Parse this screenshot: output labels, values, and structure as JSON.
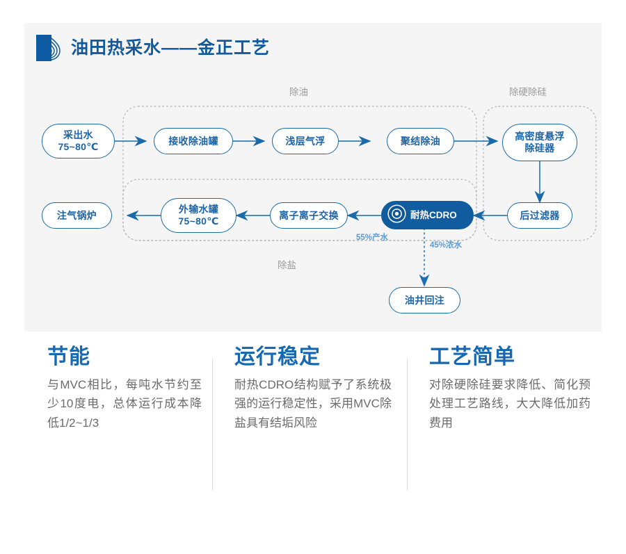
{
  "header": {
    "title": "油田热采水——金正工艺",
    "logo_name": "water-drop-ripple-logo"
  },
  "diagram": {
    "groups": [
      {
        "id": "deoil",
        "label": "除油"
      },
      {
        "id": "desilica",
        "label": "除硬除硅"
      },
      {
        "id": "desalt",
        "label": "除盐"
      }
    ],
    "nodes": [
      {
        "id": "produced-water",
        "line1": "采出水",
        "line2": "75~80℃"
      },
      {
        "id": "receiving-deoiling-tank",
        "line1": "接收除油罐",
        "line2": ""
      },
      {
        "id": "shallow-air-flotation",
        "line1": "浅层气浮",
        "line2": ""
      },
      {
        "id": "coalescing-deoiling",
        "line1": "聚结除油",
        "line2": ""
      },
      {
        "id": "high-density-suspension-desilica",
        "line1": "高密度悬浮",
        "line2": "除硅器"
      },
      {
        "id": "post-filter",
        "line1": "后过滤器",
        "line2": ""
      },
      {
        "id": "heat-resistant-cdro",
        "line1": "耐热CDRO",
        "line2": ""
      },
      {
        "id": "ion-exchange",
        "line1": "离子离子交换",
        "line2": ""
      },
      {
        "id": "export-water-tank",
        "line1": "外输水罐",
        "line2": "75~80℃"
      },
      {
        "id": "steam-injection-boiler",
        "line1": "注气锅炉",
        "line2": ""
      },
      {
        "id": "oil-well-reinjection",
        "line1": "油井回注",
        "line2": ""
      }
    ],
    "edge_labels": [
      {
        "id": "permeate",
        "text": "55%产水"
      },
      {
        "id": "concentrate",
        "text": "45%浓水"
      }
    ]
  },
  "features": [
    {
      "id": "energy-saving",
      "title": "节能",
      "body": "与MVC相比，每吨水节约至少10度电，总体运行成本降低1/2~1/3"
    },
    {
      "id": "stable-operation",
      "title": "运行稳定",
      "body": "耐热CDRO结构赋予了系统极强的运行稳定性，采用MVC除盐具有结垢风险"
    },
    {
      "id": "simple-process",
      "title": "工艺简单",
      "body": "对除硬除硅要求降低、简化预处理工艺路线，大大降低加药费用"
    }
  ],
  "colors": {
    "brand_blue": "#125a9c",
    "node_blue": "#1e65a7",
    "node_stroke": "#1a6aa8",
    "filled_node": "#115c9e",
    "accent_light_blue": "#5b9bd5",
    "panel_bg": "#f5f5f5",
    "body_text": "#6b6b6b",
    "group_label": "#9a9a9a"
  }
}
